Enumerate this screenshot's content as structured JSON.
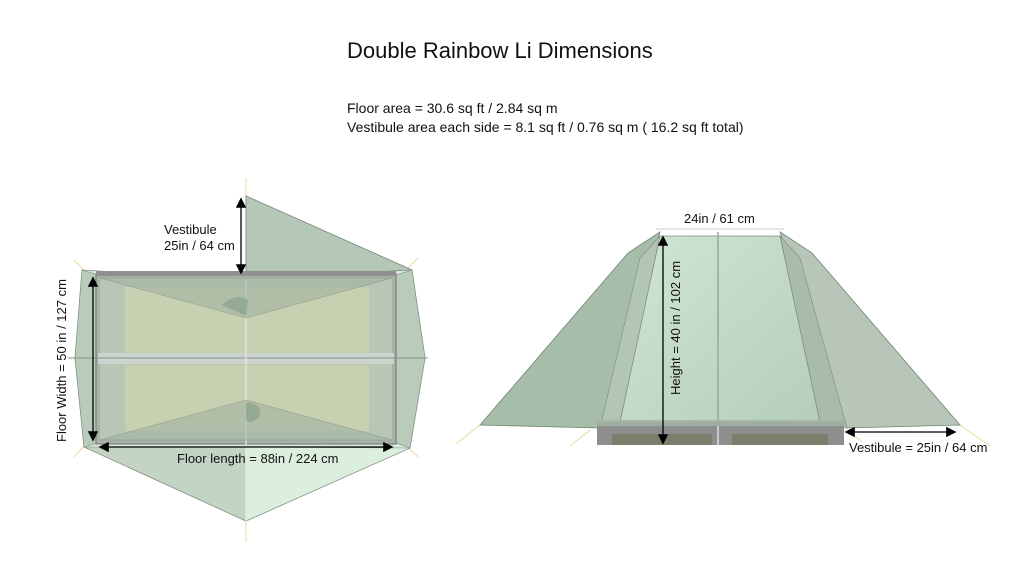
{
  "title": "Double Rainbow Li Dimensions",
  "specs": {
    "floor_area": "Floor area = 30.6 sq ft / 2.84 sq m",
    "vestibule_area": "Vestibule area each side = 8.1 sq ft / 0.76 sq m ( 16.2 sq ft total)"
  },
  "top_view": {
    "vestibule_label_line1": "Vestibule",
    "vestibule_label_line2": "25in / 64 cm",
    "floor_width": "Floor Width = 50 in / 127 cm",
    "floor_length": "Floor length = 88in / 224 cm"
  },
  "side_view": {
    "peak_width": "24in / 61 cm",
    "height": "Height = 40 in / 102 cm",
    "vestibule": "Vestibule = 25in / 64 cm"
  },
  "colors": {
    "fly_green": "#9fb8a2",
    "fly_light": "#c9e0cd",
    "floor_olive": "#c7d0b0",
    "bathtub_gray": "#8a8a8a",
    "guyline_yellow": "#e8dc9a"
  }
}
